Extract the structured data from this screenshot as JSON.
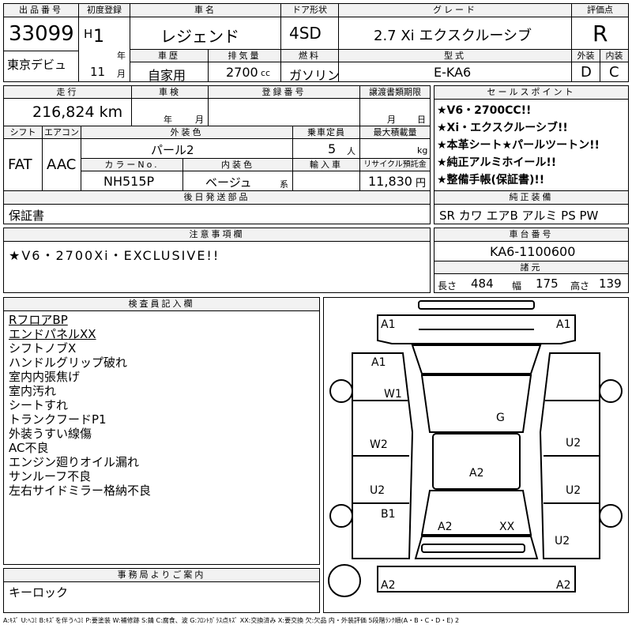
{
  "header": {
    "lot_no_label": "出品番号",
    "lot_no": "33099",
    "auction_site": "東京デビュ",
    "first_reg_label": "初度登録",
    "era": "H",
    "year": "1",
    "year_unit": "年",
    "month": "11",
    "month_unit": "月",
    "model_label": "車名",
    "model": "レジェンド",
    "doors_label": "ドア形状",
    "doors": "4SD",
    "grade_label": "グレード",
    "grade": "2.7 Xi エクスクルーシブ",
    "score_label": "評価点",
    "score": "R",
    "history_label": "車歴",
    "history": "自家用",
    "displacement_label": "排気量",
    "displacement": "2700",
    "displacement_unit": "cc",
    "fuel_label": "燃料",
    "fuel": "ガソリン",
    "type_label": "型式",
    "type": "E-KA6",
    "ext_grade_label": "外装",
    "ext_grade": "D",
    "int_grade_label": "内装",
    "int_grade": "C"
  },
  "row2": {
    "mileage_label": "走行",
    "mileage": "216,824 km",
    "inspection_label": "車検",
    "inspection_year_unit": "年",
    "inspection_month_unit": "月",
    "reg_no_label": "登録番号",
    "transfer_label": "譲渡書類期限",
    "transfer_month_unit": "月",
    "transfer_day_unit": "日",
    "shift_label": "シフト",
    "shift": "FAT",
    "ac_label": "エアコン",
    "ac": "AAC",
    "exterior_color_label": "外装色",
    "exterior_color": "パール2",
    "color_no_label": "カラーNo.",
    "color_no": "NH515P",
    "interior_color_label": "内装色",
    "interior_color": "ベージュ",
    "interior_color_suffix": "系",
    "capacity_label": "乗車定員",
    "capacity": "5",
    "capacity_unit": "人",
    "import_label": "輸入車",
    "max_load_label": "最大積載量",
    "max_load_unit": "kg",
    "recycle_label": "リサイクル預託金",
    "recycle": "11,830",
    "recycle_unit": "円"
  },
  "sales_points": {
    "label": "セールスポイント",
    "items": [
      "★V6・2700CC!!",
      "★Xi・エクスクルーシブ!!",
      "★本革シート★パールツートン!!",
      "★純正アルミホイール!!",
      "★整備手帳(保証書)!!"
    ]
  },
  "after_parts": {
    "label": "後日発送部品",
    "text": "保証書"
  },
  "equipment": {
    "label": "純正装備",
    "text": "SR カワ エアB アルミ PS PW"
  },
  "notes": {
    "label": "注意事項欄",
    "text": "★V6・2700Xi・EXCLUSIVE!!"
  },
  "chassis": {
    "label": "車台番号",
    "number": "KA6-1100600",
    "dims_label": "諸元",
    "length_label": "長さ",
    "length": "484",
    "width_label": "幅",
    "width": "175",
    "height_label": "高さ",
    "height": "139"
  },
  "inspector": {
    "label": "検査員記入欄",
    "lines": [
      "RフロアBP",
      "エンドパネルXX",
      "シフトノブX",
      "ハンドルグリップ破れ",
      "室内内張焦げ",
      "室内汚れ",
      "シートすれ",
      "トランクフードP1",
      "外装うすい線傷",
      "AC不良",
      "エンジン廻りオイル漏れ",
      "サンルーフ不良",
      "左右サイドミラー格納不良"
    ]
  },
  "office": {
    "label": "事務局よりご案内",
    "text": "キーロック"
  },
  "diagram": {
    "marks": {
      "front_left": "A1",
      "front_right": "A1",
      "left_fender": "A1",
      "left_front_door": "W1",
      "left_rear_door": "W2",
      "left_quarter": "U2",
      "left_rear_wheel": "B1",
      "roof": "G",
      "trunk": "A2",
      "rear_left": "A2",
      "rear_center": "XX",
      "right_front_door": "U2",
      "right_rear_door": "U2",
      "right_rear": "U2",
      "rear_bumper_left": "A2",
      "rear_bumper_right": "A2"
    }
  },
  "legend": "A:ｷｽﾞ U:ﾍｺﾐ B:ｷｽﾞを伴うﾍｺﾐ P:要塗装 W:補修跡 S:錆 C:腐食、波 G:ﾌﾛﾝﾄｶﾞﾗｽ点ｷｽﾞ XX:交換済み X:要交換 欠:欠品 内・外装評価 5段階ﾗﾝｸ順(A・B・C・D・E) 2"
}
